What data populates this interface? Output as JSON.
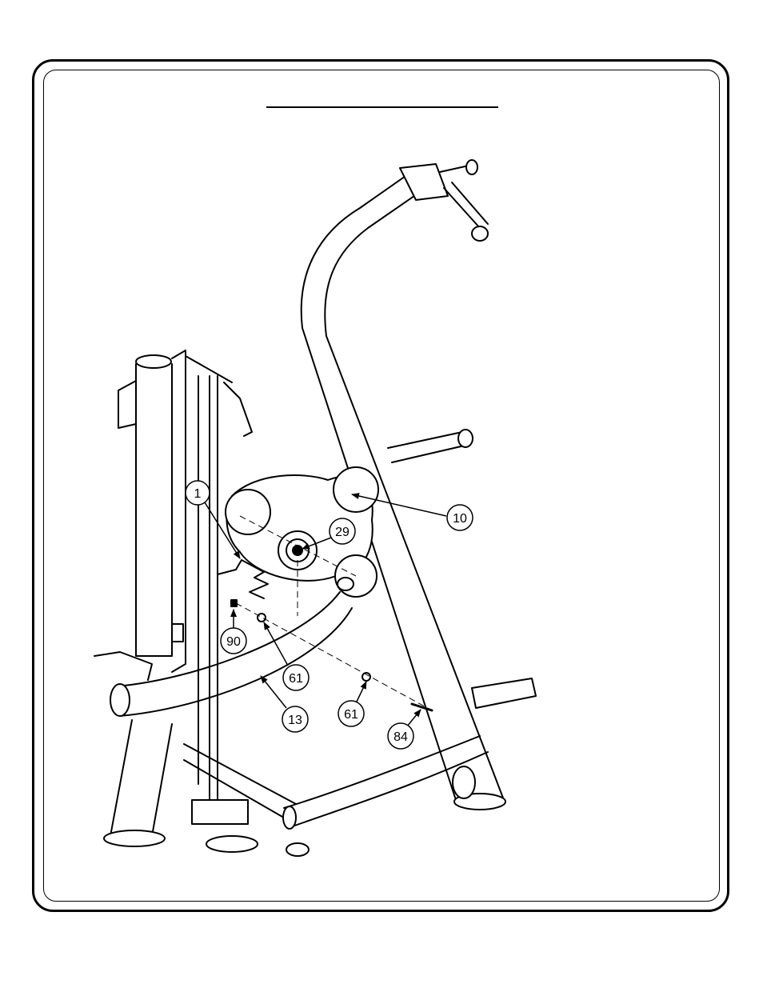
{
  "callouts": [
    {
      "id": "c1",
      "label": "1"
    },
    {
      "id": "c10",
      "label": "10"
    },
    {
      "id": "c29",
      "label": "29"
    },
    {
      "id": "c90",
      "label": "90"
    },
    {
      "id": "c61a",
      "label": "61"
    },
    {
      "id": "c13",
      "label": "13"
    },
    {
      "id": "c61b",
      "label": "61"
    },
    {
      "id": "c84",
      "label": "84"
    }
  ]
}
